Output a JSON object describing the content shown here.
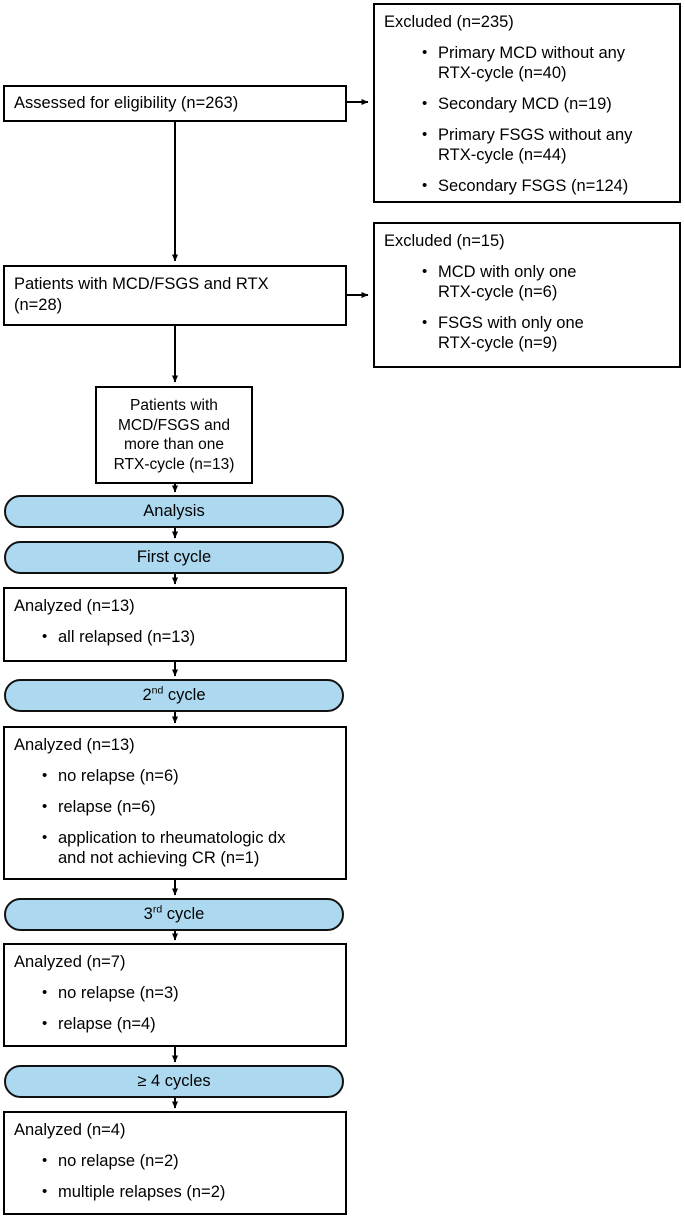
{
  "diagram": {
    "type": "flowchart",
    "title": "Patient selection and RTX cycle analysis flow diagram",
    "accent_color": "#ADD9F0",
    "line_color": "#000000",
    "background": "#FFFFFF"
  },
  "nodes": {
    "assessed": {
      "label": "Assessed for eligibility (n=263)"
    },
    "excluded_1": {
      "heading": "Excluded (n=235)",
      "items": [
        "Primary MCD without any\nRTX-cycle (n=40)",
        "Secondary MCD (n=19)",
        "Primary FSGS without any\nRTX-cycle (n=44)",
        "Secondary FSGS (n=124)"
      ]
    },
    "patients_rtx": {
      "label": "Patients with MCD/FSGS and RTX\n(n=28)"
    },
    "excluded_2": {
      "heading": "Excluded (n=15)",
      "items": [
        "MCD with only one\nRTX-cycle (n=6)",
        "FSGS with only one\nRTX-cycle (n=9)"
      ]
    },
    "patients_more_than_one": {
      "label": "Patients with\nMCD/FSGS and\nmore than one\nRTX-cycle (n=13)"
    },
    "analysis_banner": {
      "label": "Analysis"
    },
    "first_cycle_banner": {
      "label": "First cycle"
    },
    "analyzed_1": {
      "heading": "Analyzed (n=13)",
      "items": [
        "all relapsed (n=13)"
      ]
    },
    "second_cycle_banner": {
      "label_main": "2",
      "label_sup": "nd",
      "label_tail": " cycle"
    },
    "analyzed_2": {
      "heading": "Analyzed (n=13)",
      "items": [
        "no relapse (n=6)",
        "relapse (n=6)",
        "application to rheumatologic dx\nand not achieving CR (n=1)"
      ]
    },
    "third_cycle_banner": {
      "label_main": "3",
      "label_sup": "rd",
      "label_tail": " cycle"
    },
    "analyzed_3": {
      "heading": "Analyzed (n=7)",
      "items": [
        "no relapse (n=3)",
        "relapse (n=4)"
      ]
    },
    "fourplus_cycle_banner": {
      "label": "≥ 4 cycles"
    },
    "analyzed_4": {
      "heading": "Analyzed (n=4)",
      "items": [
        "no relapse (n=2)",
        "multiple relapses (n=2)"
      ]
    }
  }
}
